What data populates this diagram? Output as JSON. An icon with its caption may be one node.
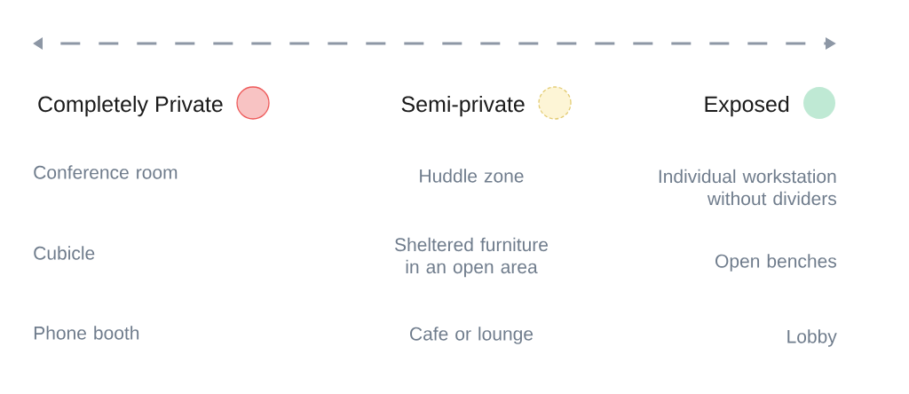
{
  "diagram": {
    "labels": [
      "Conference room",
      "Huddle zone",
      "Individual workstation without dividers",
      "Cubicle",
      "Sheltered furniture in an open area",
      "Open benches",
      "Phone booth",
      "Cafe or lounge",
      "Lobby"
    ],
    "legend": [
      {
        "text": "Completely Private",
        "color": "#f8c3c3"
      },
      {
        "text": "Semi-private",
        "color": "#fdf5d6"
      },
      {
        "text": "Exposed",
        "color": "#bfe9d4"
      }
    ]
  }
}
